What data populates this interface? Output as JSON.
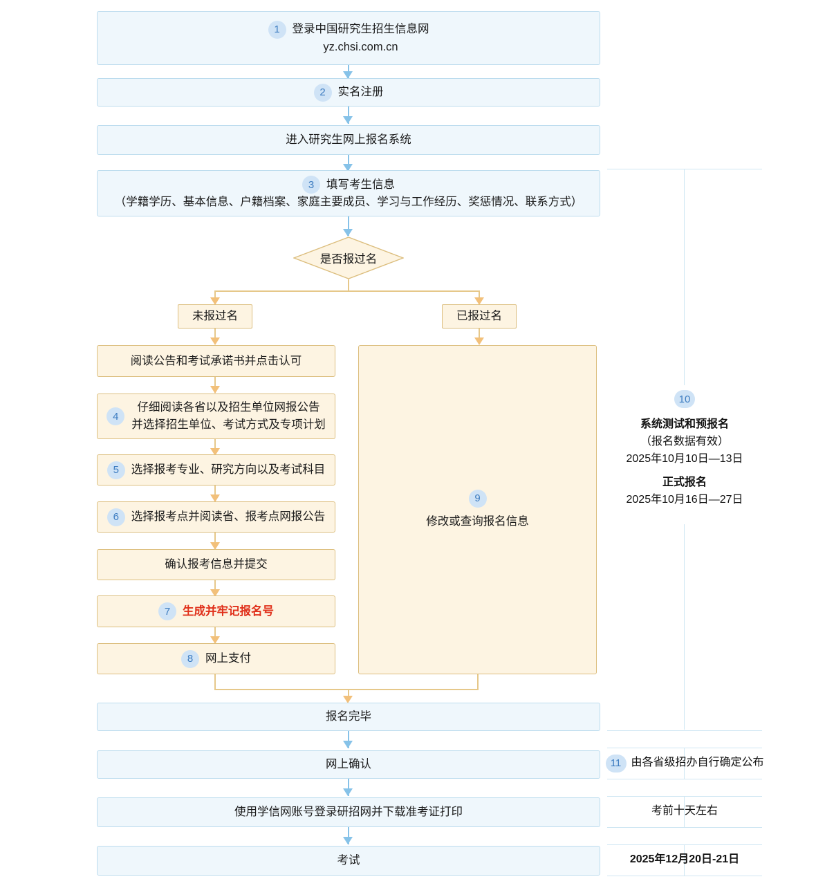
{
  "title": "研究生招生网上报名流程图",
  "colors": {
    "blue_fill": "#eff7fc",
    "blue_border": "#bcdcee",
    "cream_fill": "#fdf4e2",
    "cream_border": "#dcbe7e",
    "badge_fill": "#cfe3f6",
    "badge_text": "#3d7cc0",
    "arrow_blue": "#86c2e8",
    "arrow_orange": "#f2c07a",
    "highlight_red": "#e0301b"
  },
  "main_flow": {
    "step1": {
      "num": "1",
      "line1": "登录中国研究生招生信息网",
      "line2": "yz.chsi.com.cn"
    },
    "step2": {
      "num": "2",
      "label": "实名注册"
    },
    "enter_system": {
      "label": "进入研究生网上报名系统"
    },
    "step3": {
      "num": "3",
      "line1": "填写考生信息",
      "line2": "（学籍学历、基本信息、户籍档案、家庭主要成员、学习与工作经历、奖惩情况、联系方式）"
    },
    "decision": {
      "label": "是否报过名"
    },
    "branch_left_label": "未报过名",
    "branch_right_label": "已报过名"
  },
  "left_branch": [
    {
      "num": "",
      "label": "阅读公告和考试承诺书并点击认可"
    },
    {
      "num": "4",
      "line1": "仔细阅读各省以及招生单位网报公告",
      "line2": "并选择招生单位、考试方式及专项计划"
    },
    {
      "num": "5",
      "label": "选择报考专业、研究方向以及考试科目"
    },
    {
      "num": "6",
      "label": "选择报考点并阅读省、报考点网报公告"
    },
    {
      "num": "",
      "label": "确认报考信息并提交"
    },
    {
      "num": "7",
      "label": "生成并牢记报名号",
      "highlight": true
    },
    {
      "num": "8",
      "label": "网上支付"
    }
  ],
  "right_branch": {
    "num": "9",
    "label": "修改或查询报名信息"
  },
  "tail_flow": [
    {
      "label": "报名完毕"
    },
    {
      "label": "网上确认"
    },
    {
      "label": "使用学信网账号登录研招网并下载准考证打印"
    },
    {
      "label": "考试"
    }
  ],
  "sidebar": [
    {
      "num": "10",
      "lines": [
        {
          "text": "系统测试和预报名",
          "bold": true
        },
        {
          "text": "（报名数据有效）",
          "bold": false
        },
        {
          "text": "2025年10月10日—13日",
          "bold": false
        },
        {
          "text": "",
          "bold": false
        },
        {
          "text": "正式报名",
          "bold": true
        },
        {
          "text": "2025年10月16日—27日",
          "bold": false
        }
      ]
    },
    {
      "num": "11",
      "lines": [
        {
          "text": "由各省级招办自行确定公布",
          "bold": false
        }
      ]
    },
    {
      "num": "",
      "lines": [
        {
          "text": "考前十天左右",
          "bold": false
        }
      ]
    },
    {
      "num": "",
      "lines": [
        {
          "text": "2025年12月20日-21日",
          "bold": true
        }
      ]
    }
  ]
}
